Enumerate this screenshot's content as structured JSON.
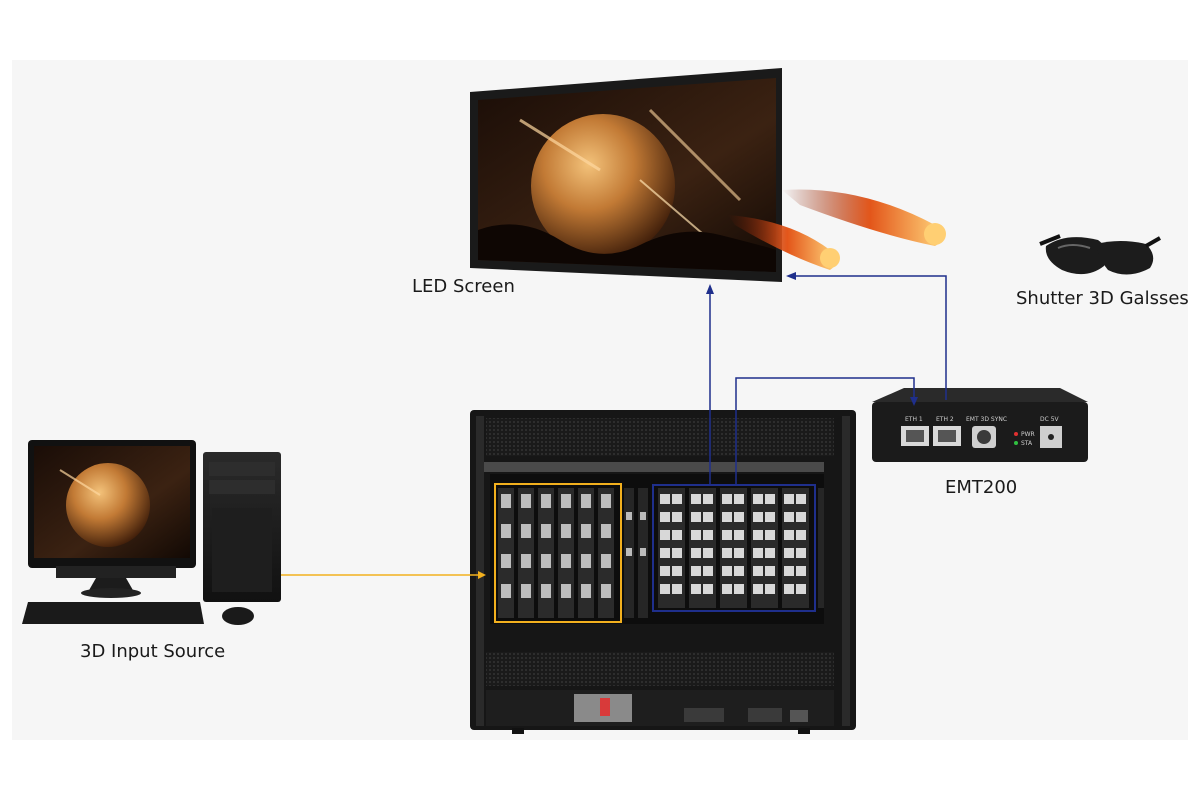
{
  "labels": {
    "led_screen": "LED Screen",
    "glasses": "Shutter 3D Galsses",
    "emt200": "EMT200",
    "input_source": "3D Input Source"
  },
  "device_ports": {
    "eth1": "ETH 1",
    "eth2": "ETH 2",
    "sync": "EMT 3D SYNC",
    "dc": "DC 5V",
    "pwr": "PWR",
    "sta": "STA"
  },
  "colors": {
    "input_link": "#f2b01e",
    "output_link": "#1f2f8c",
    "frame_dark": "#1b1b1b",
    "planet": "#c9823c"
  }
}
